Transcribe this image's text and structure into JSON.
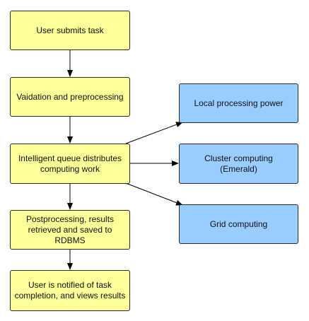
{
  "diagram": {
    "nodes": [
      {
        "id": "submit",
        "label": "User submits task",
        "color": "#ffff99"
      },
      {
        "id": "validate",
        "label": "Vaidation and preprocessing",
        "color": "#ffff99"
      },
      {
        "id": "queue",
        "label": "Intelligent queue distributes\ncomputing work",
        "color": "#ffff99"
      },
      {
        "id": "post",
        "label": "Postprocessing, results\nretrieved and saved to\nRDBMS",
        "color": "#ffff99"
      },
      {
        "id": "notify",
        "label": "User is notified of task\ncompletion, and views results",
        "color": "#ffff99"
      }
    ],
    "resources": [
      {
        "id": "local",
        "label": "Local processing power",
        "color": "#99ccff"
      },
      {
        "id": "cluster",
        "label": "Cluster computing\n(Emerald)",
        "color": "#99ccff"
      },
      {
        "id": "grid",
        "label": "Grid computing",
        "color": "#99ccff"
      }
    ],
    "edges": [
      {
        "from": "submit",
        "to": "validate"
      },
      {
        "from": "validate",
        "to": "queue"
      },
      {
        "from": "queue",
        "to": "post"
      },
      {
        "from": "post",
        "to": "notify"
      },
      {
        "from": "queue",
        "to": "local"
      },
      {
        "from": "queue",
        "to": "cluster"
      },
      {
        "from": "queue",
        "to": "grid"
      }
    ]
  }
}
